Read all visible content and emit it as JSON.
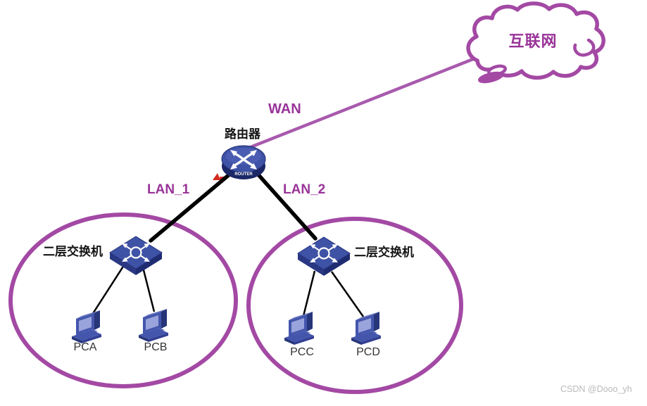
{
  "diagram": {
    "cloud": {
      "label": "互联网"
    },
    "wan": {
      "label": "WAN"
    },
    "router": {
      "label": "路由器",
      "icon_text": "ROUTER"
    },
    "lan1": {
      "label": "LAN_1",
      "switch_label": "二层交换机",
      "pcs": [
        "PCA",
        "PCB"
      ]
    },
    "lan2": {
      "label": "LAN_2",
      "switch_label": "二层交换机",
      "pcs": [
        "PCC",
        "PCD"
      ]
    },
    "watermark": "CSDN @Dooo_yh",
    "colors": {
      "purple_outline": "#A349A4",
      "purple_label": "#993399",
      "wan_line": "#A85AAD",
      "device_blue": "#3E52A6",
      "device_blue_dark": "#27357E",
      "black_line": "#000000",
      "red_arrow": "#D42A1E",
      "watermark_gray": "#BABABA"
    }
  }
}
